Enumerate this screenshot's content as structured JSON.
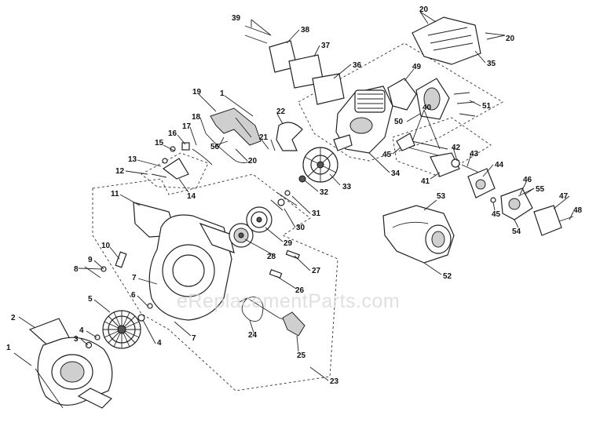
{
  "watermark": "eReplacementParts.com",
  "callouts": [
    {
      "id": "c1a",
      "label": "1"
    },
    {
      "id": "c1b",
      "label": "1"
    },
    {
      "id": "c2",
      "label": "2"
    },
    {
      "id": "c3",
      "label": "3"
    },
    {
      "id": "c4a",
      "label": "4"
    },
    {
      "id": "c4b",
      "label": "4"
    },
    {
      "id": "c5",
      "label": "5"
    },
    {
      "id": "c6",
      "label": "6"
    },
    {
      "id": "c7a",
      "label": "7"
    },
    {
      "id": "c7b",
      "label": "7"
    },
    {
      "id": "c8",
      "label": "8"
    },
    {
      "id": "c9",
      "label": "9"
    },
    {
      "id": "c10",
      "label": "10"
    },
    {
      "id": "c11",
      "label": "11"
    },
    {
      "id": "c12",
      "label": "12"
    },
    {
      "id": "c13",
      "label": "13"
    },
    {
      "id": "c14",
      "label": "14"
    },
    {
      "id": "c15",
      "label": "15"
    },
    {
      "id": "c16",
      "label": "16"
    },
    {
      "id": "c17",
      "label": "17"
    },
    {
      "id": "c18",
      "label": "18"
    },
    {
      "id": "c19",
      "label": "19"
    },
    {
      "id": "c20a",
      "label": "20"
    },
    {
      "id": "c20b",
      "label": "20"
    },
    {
      "id": "c20c",
      "label": "20"
    },
    {
      "id": "c21",
      "label": "21"
    },
    {
      "id": "c22",
      "label": "22"
    },
    {
      "id": "c23",
      "label": "23"
    },
    {
      "id": "c24",
      "label": "24"
    },
    {
      "id": "c25",
      "label": "25"
    },
    {
      "id": "c26",
      "label": "26"
    },
    {
      "id": "c27",
      "label": "27"
    },
    {
      "id": "c28",
      "label": "28"
    },
    {
      "id": "c29",
      "label": "29"
    },
    {
      "id": "c30",
      "label": "30"
    },
    {
      "id": "c31",
      "label": "31"
    },
    {
      "id": "c32",
      "label": "32"
    },
    {
      "id": "c33",
      "label": "33"
    },
    {
      "id": "c34",
      "label": "34"
    },
    {
      "id": "c35",
      "label": "35"
    },
    {
      "id": "c36",
      "label": "36"
    },
    {
      "id": "c37",
      "label": "37"
    },
    {
      "id": "c38",
      "label": "38"
    },
    {
      "id": "c39",
      "label": "39"
    },
    {
      "id": "c40",
      "label": "40"
    },
    {
      "id": "c41",
      "label": "41"
    },
    {
      "id": "c42",
      "label": "42"
    },
    {
      "id": "c43",
      "label": "43"
    },
    {
      "id": "c44",
      "label": "44"
    },
    {
      "id": "c45a",
      "label": "45"
    },
    {
      "id": "c45b",
      "label": "45"
    },
    {
      "id": "c46",
      "label": "46"
    },
    {
      "id": "c47",
      "label": "47"
    },
    {
      "id": "c48",
      "label": "48"
    },
    {
      "id": "c49",
      "label": "49"
    },
    {
      "id": "c50",
      "label": "50"
    },
    {
      "id": "c51",
      "label": "51"
    },
    {
      "id": "c52",
      "label": "52"
    },
    {
      "id": "c53",
      "label": "53"
    },
    {
      "id": "c54",
      "label": "54"
    },
    {
      "id": "c55",
      "label": "55"
    },
    {
      "id": "c56",
      "label": "56"
    }
  ]
}
